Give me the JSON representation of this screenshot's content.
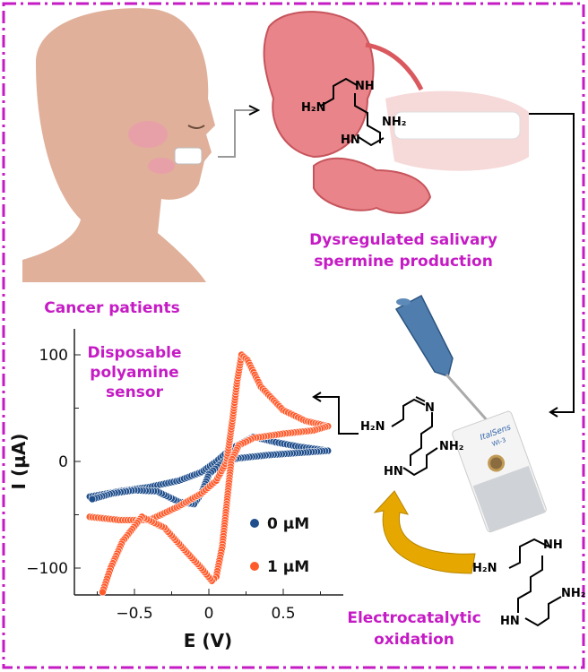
{
  "labels": {
    "cancer_patients": "Cancer patients",
    "dysregulated_line1": "Dysregulated salivary",
    "dysregulated_line2": "spermine production",
    "sensor_line1": "Disposable",
    "sensor_line2": "polyamine",
    "sensor_line3": "sensor",
    "oxidation_line1": "Electrocatalytic",
    "oxidation_line2": "oxidation"
  },
  "sensor_strip": {
    "brand": "ItalSens",
    "model": "WI-3"
  },
  "molecules": {
    "spermine_top": {
      "h2n": "H₂N",
      "nh": "NH",
      "hn": "HN",
      "nh2": "NH₂"
    },
    "oxidized": {
      "h2n": "H₂N",
      "n": "N",
      "hn": "HN",
      "nh2": "NH₂"
    },
    "spermine_bottom": {
      "h2n": "H₂N",
      "nh": "NH",
      "hn": "HN",
      "nh2": "NH₂"
    }
  },
  "colors": {
    "accent": "#c51bc5",
    "series0": "#1f4e8c",
    "series1": "#ff5a2a",
    "arrow": "#e6a800"
  },
  "chart_data": {
    "type": "scatter",
    "xlabel": "E (V)",
    "ylabel": "I (µA)",
    "xlim": [
      -0.85,
      0.9
    ],
    "ylim": [
      -125,
      125
    ],
    "xticks": [
      {
        "v": -0.5,
        "label": "−0.5"
      },
      {
        "v": 0,
        "label": "0"
      },
      {
        "v": 0.5,
        "label": "0.5"
      }
    ],
    "yticks": [
      {
        "v": 100,
        "label": "100"
      },
      {
        "v": 0,
        "label": "0"
      },
      {
        "v": -100,
        "label": "−100"
      }
    ],
    "legend_position": "bottom-right",
    "series": [
      {
        "name": "0 µM",
        "color": "#1f4e8c",
        "points": [
          [
            -0.8,
            -33
          ],
          [
            -0.6,
            -28
          ],
          [
            -0.4,
            -24
          ],
          [
            -0.2,
            -18
          ],
          [
            -0.05,
            -10
          ],
          [
            0.05,
            0
          ],
          [
            0.15,
            12
          ],
          [
            0.3,
            23
          ],
          [
            0.45,
            18
          ],
          [
            0.6,
            14
          ],
          [
            0.8,
            10
          ],
          [
            0.6,
            8
          ],
          [
            0.4,
            6
          ],
          [
            0.2,
            3
          ],
          [
            0.1,
            0
          ],
          [
            0.0,
            -12
          ],
          [
            -0.05,
            -30
          ],
          [
            -0.1,
            -40
          ],
          [
            -0.2,
            -38
          ],
          [
            -0.35,
            -28
          ],
          [
            -0.5,
            -27
          ],
          [
            -0.65,
            -30
          ],
          [
            -0.8,
            -36
          ]
        ]
      },
      {
        "name": "1 µM",
        "color": "#ff5a2a",
        "points": [
          [
            -0.8,
            -52
          ],
          [
            -0.6,
            -55
          ],
          [
            -0.4,
            -55
          ],
          [
            -0.2,
            -42
          ],
          [
            -0.05,
            -30
          ],
          [
            0.05,
            -18
          ],
          [
            0.12,
            0
          ],
          [
            0.16,
            40
          ],
          [
            0.19,
            75
          ],
          [
            0.22,
            100
          ],
          [
            0.26,
            95
          ],
          [
            0.35,
            70
          ],
          [
            0.5,
            48
          ],
          [
            0.65,
            38
          ],
          [
            0.8,
            33
          ],
          [
            0.7,
            29
          ],
          [
            0.5,
            26
          ],
          [
            0.3,
            22
          ],
          [
            0.2,
            15
          ],
          [
            0.15,
            0
          ],
          [
            0.12,
            -40
          ],
          [
            0.09,
            -80
          ],
          [
            0.05,
            -108
          ],
          [
            0.02,
            -112
          ],
          [
            -0.05,
            -100
          ],
          [
            -0.15,
            -85
          ],
          [
            -0.3,
            -62
          ],
          [
            -0.45,
            -52
          ],
          [
            -0.58,
            -75
          ],
          [
            -0.66,
            -100
          ],
          [
            -0.72,
            -125
          ]
        ]
      }
    ]
  }
}
